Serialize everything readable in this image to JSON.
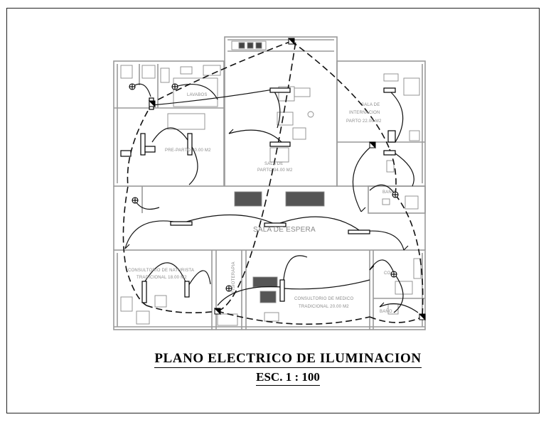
{
  "title": {
    "main": "PLANO  ELECTRICO DE ILUMINACION",
    "scale": "ESC. 1 : 100"
  },
  "rooms": {
    "lavabos": "LAVABOS",
    "pre_parto": "PRE-PARTO  20.00 M2",
    "sala_parto_1": "SALA DE",
    "sala_parto_2": "PARTO  34.00 M2",
    "internacion_1": "SALA DE",
    "internacion_2": "INTERNACION",
    "internacion_3": "PARTO  22.00 M2",
    "bano_right": "BAÑO",
    "sala_espera": "SALA DE ESPERA",
    "naturista_1": "CONSULTORIO DE NATURISTA",
    "naturista_2": "TRADICIONAL 18.00 M2",
    "fisioterapia": "FISIOTERAPIA",
    "medico_1": "CONSULTORIO DE MEDICO",
    "medico_2": "TRADICIONAL 20.00 M2",
    "cocina": "CO",
    "bano_bottom": "BAÑO"
  },
  "colors": {
    "wall": "#9a9a9a",
    "circuit": "#111111",
    "fixture": "#000000"
  },
  "icons": [
    "light-outlet-icon",
    "light-switch-icon",
    "fluorescent-fixture-icon",
    "distribution-panel-icon"
  ]
}
